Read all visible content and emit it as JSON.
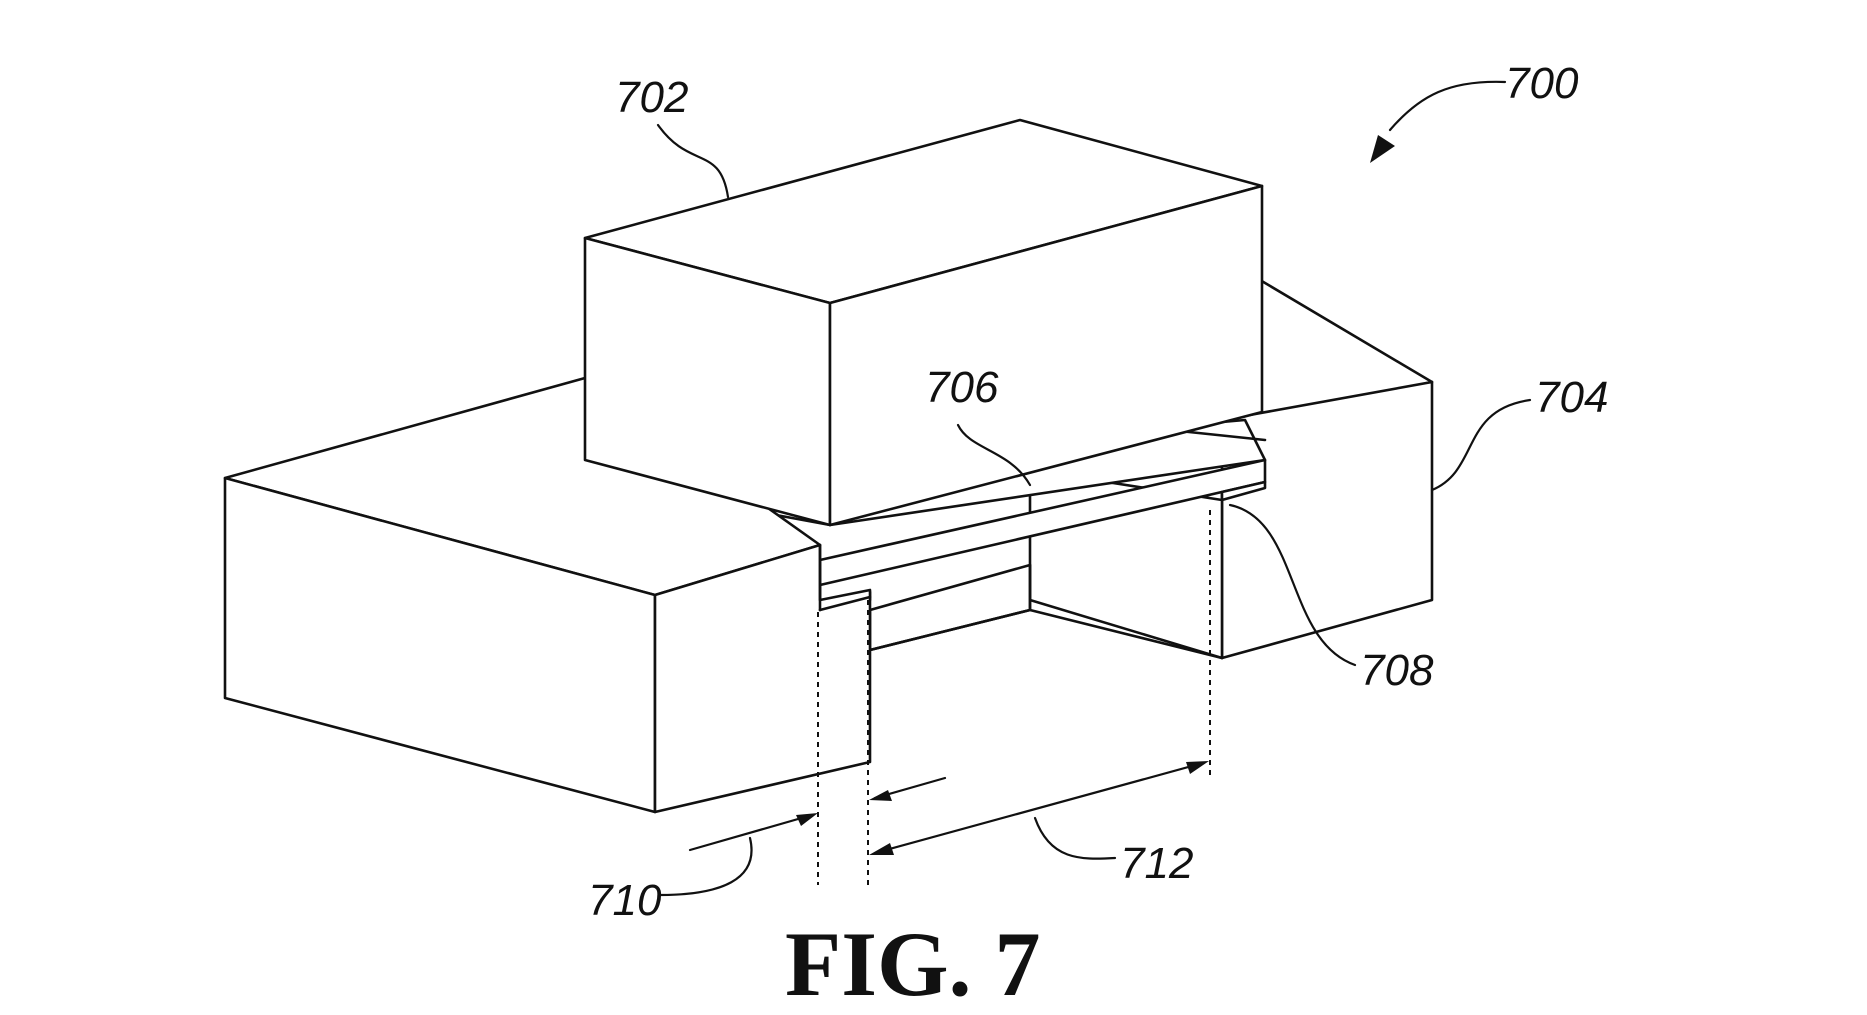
{
  "figure": {
    "caption": "FIG. 7",
    "reference_numerals": {
      "assembly": "700",
      "upper_block": "702",
      "base": "704",
      "plate": "706",
      "ledge": "708",
      "first_gap": "710",
      "second_gap": "712"
    }
  }
}
